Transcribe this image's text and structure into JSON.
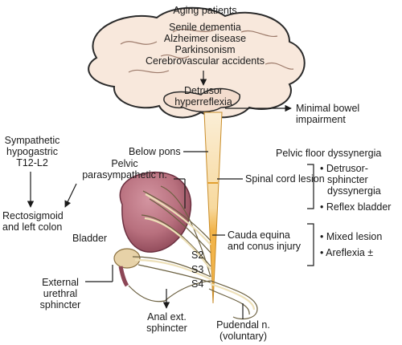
{
  "title": "Aging patients",
  "brain_conditions": [
    "Senile dementia",
    "Alzheimer disease",
    "Parkinsonism",
    "Cerebrovascular accidents"
  ],
  "detrusor": [
    "Detrusor",
    "hyperreflexia"
  ],
  "minimal_bowel": [
    "Minimal bowel",
    "impairment"
  ],
  "sympathetic": [
    "Sympathetic",
    "hypogastric",
    "T12-L2"
  ],
  "rectosigmoid": [
    "Rectosigmoid",
    "and left colon"
  ],
  "pelvic_n": [
    "Pelvic",
    "parasympathetic n."
  ],
  "below_pons": "Below pons",
  "spinal_cord_lesion": "Spinal cord lesion",
  "pelvic_floor": "Pelvic floor dyssynergia",
  "pelvic_floor_items": [
    "Detrusor-",
    "sphincter",
    "dyssynergia",
    "Reflex bladder"
  ],
  "bladder": "Bladder",
  "cauda": [
    "Cauda equina",
    "and conus injury"
  ],
  "cauda_items": [
    "Mixed lesion",
    "Areflexia ±"
  ],
  "segments": [
    "S2",
    "S3",
    "S4"
  ],
  "external_sphincter": [
    "External",
    "urethral",
    "sphincter"
  ],
  "anal": [
    "Anal ext.",
    "sphincter"
  ],
  "pudendal": [
    "Pudendal n.",
    "(voluntary)"
  ],
  "colors": {
    "brain_fill": "#f8e8dc",
    "brain_stroke": "#2a2a2a",
    "cord_light": "#fbe9c8",
    "cord_dark": "#f2b44a",
    "bladder": "#b8707e",
    "bladder_dark": "#8c4656",
    "nerve": "#ede0b8",
    "nerve_stroke": "#6b6040",
    "prostate": "#e7d2a8"
  }
}
